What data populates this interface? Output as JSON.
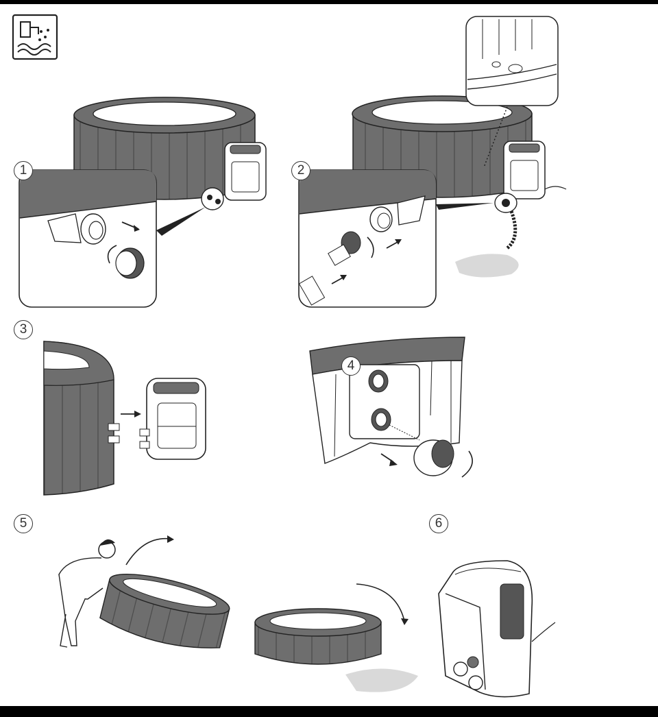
{
  "steps": [
    {
      "number": "1"
    },
    {
      "number": "2"
    },
    {
      "number": "3"
    },
    {
      "number": "4"
    },
    {
      "number": "5"
    },
    {
      "number": "6"
    }
  ],
  "icons": {
    "header": "drain-water-icon"
  },
  "colors": {
    "tub_body": "#6e6e6e",
    "tub_dark": "#555555",
    "line": "#222222",
    "puddle": "#d9d9d9",
    "background": "#ffffff",
    "frame": "#000000"
  }
}
